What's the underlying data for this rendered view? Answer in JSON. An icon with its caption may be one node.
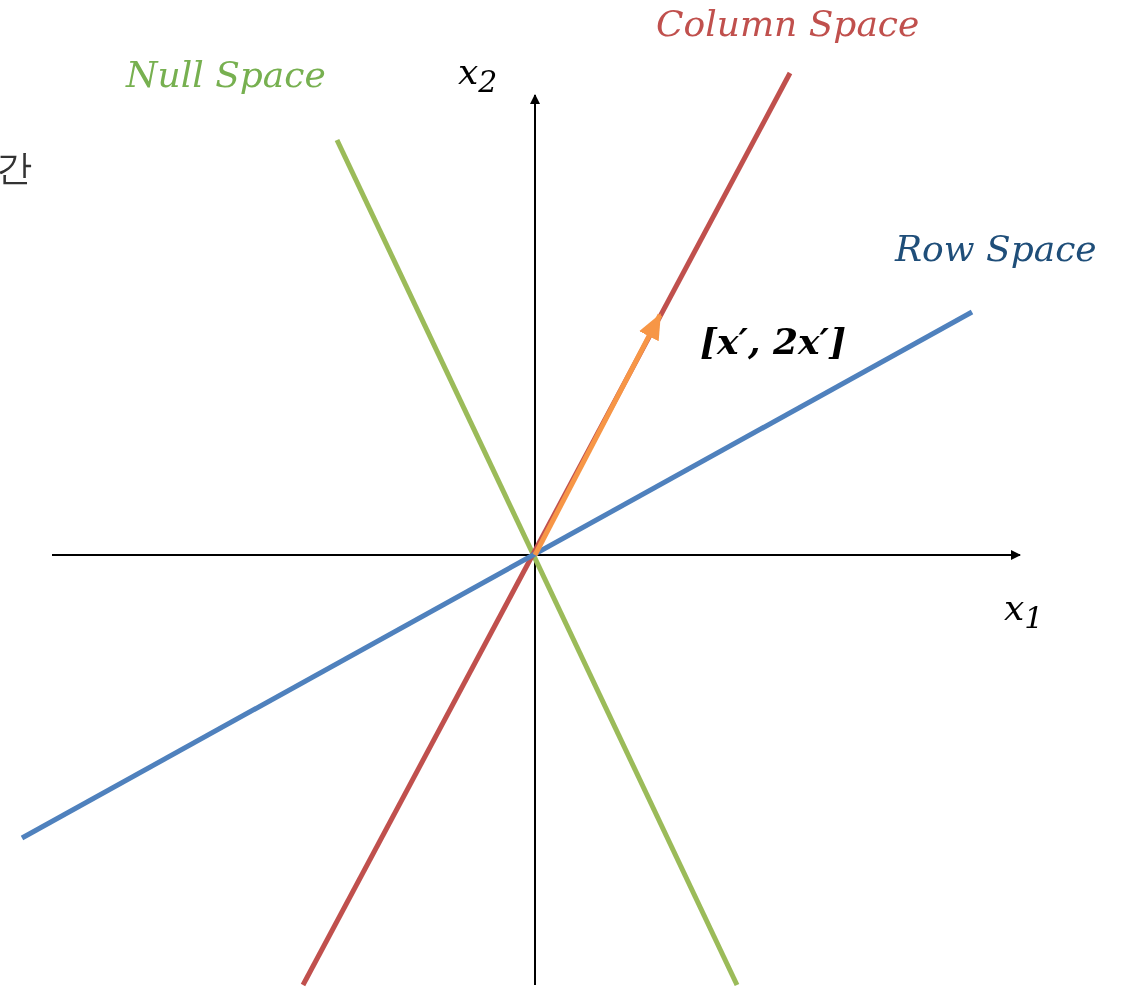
{
  "diagram": {
    "labels": [
      "Null Space",
      "x$_{2}$",
      "Column Space",
      "간",
      "Row Space",
      "[x′, 2x′]",
      "x$_{1}$"
    ]
  }
}
